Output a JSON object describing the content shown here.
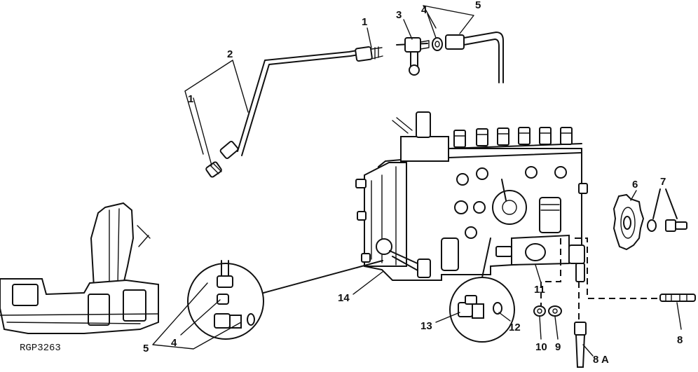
{
  "figure_code": "RGP3263",
  "callouts": {
    "c1_top": "1",
    "c2": "2",
    "c3": "3",
    "c4_top": "4",
    "c5_top": "5",
    "c1_left": "1",
    "c6": "6",
    "c7": "7",
    "c14": "14",
    "c11": "11",
    "c13": "13",
    "c12": "12",
    "c10": "10",
    "c9": "9",
    "c8": "8",
    "c8a": "8 A",
    "c5_bottom": "5",
    "c4_bottom": "4"
  }
}
